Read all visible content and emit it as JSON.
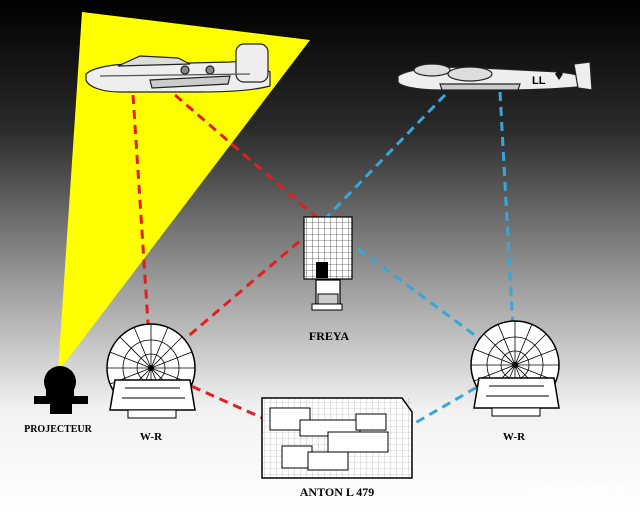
{
  "labels": {
    "projector": "PROJECTEUR",
    "wr_left": "W-R",
    "wr_right": "W-R",
    "freya": "FREYA",
    "anton": "ANTON L 479",
    "aircraft_marking": "LL"
  },
  "watermark": "头条 @装备空间",
  "colors": {
    "background_top": "#000000",
    "background_bottom": "#ffffff",
    "searchlight_beam": "#ffff00",
    "bomber_track_lines": "#e02020",
    "fighter_track_lines": "#3aa6d8",
    "equipment_stroke": "#000000"
  },
  "icons": [
    "bomber-aircraft-icon",
    "fighter-aircraft-icon",
    "searchlight-icon",
    "radar-dish-icon",
    "freya-radar-icon",
    "bunker-icon"
  ]
}
